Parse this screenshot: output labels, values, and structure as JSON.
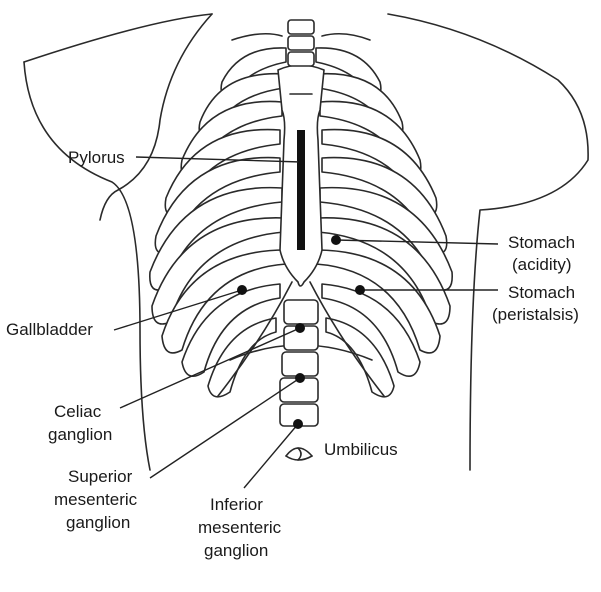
{
  "labels": {
    "pylorus": "Pylorus",
    "stomach_acidity_1": "Stomach",
    "stomach_acidity_2": "(acidity)",
    "stomach_peristalsis_1": "Stomach",
    "stomach_peristalsis_2": "(peristalsis)",
    "gallbladder": "Gallbladder",
    "celiac_1": "Celiac",
    "celiac_2": "ganglion",
    "superior_1": "Superior",
    "superior_2": "mesenteric",
    "superior_3": "ganglion",
    "umbilicus": "Umbilicus",
    "inferior_1": "Inferior",
    "inferior_2": "mesenteric",
    "inferior_3": "ganglion"
  },
  "icons": {
    "umbilicus_symbol": "eye-shaped-umbilicus-icon"
  },
  "colors": {
    "line": "#2a2a2a",
    "points": "#111111"
  }
}
